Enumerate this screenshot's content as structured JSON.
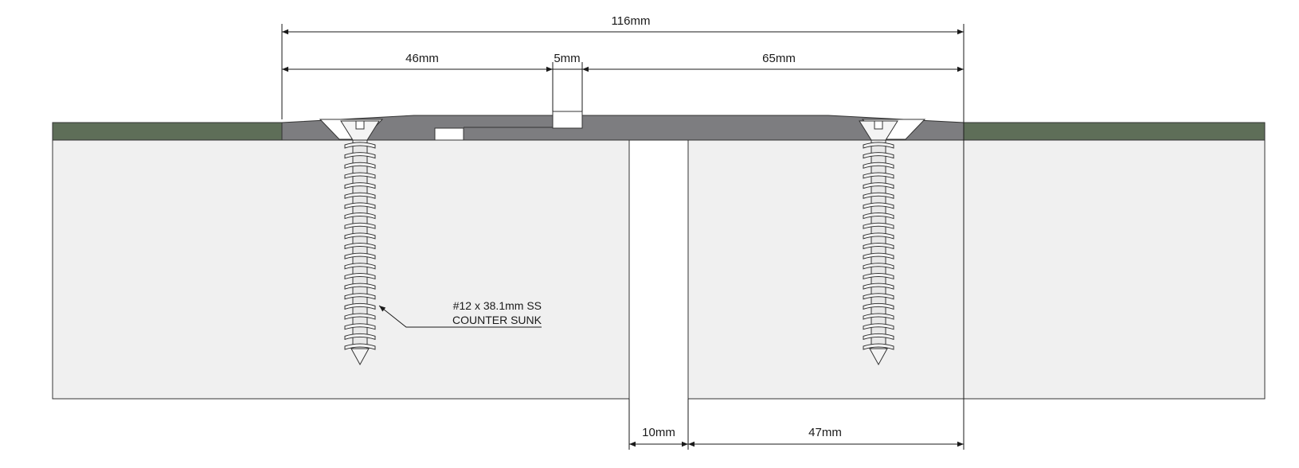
{
  "dimensions": {
    "overall": "116mm",
    "left_leg": "46mm",
    "slot": "5mm",
    "right_leg": "65mm",
    "gap": "10mm",
    "right_overhang": "47mm"
  },
  "callout": {
    "line1": "#12 x 38.1mm SS",
    "line2": "COUNTER SUNK"
  },
  "colors": {
    "decking": "#5e6e58",
    "substrate": "#f0f0f0",
    "profile": "#7d7d80",
    "line": "#1a1a1a"
  }
}
